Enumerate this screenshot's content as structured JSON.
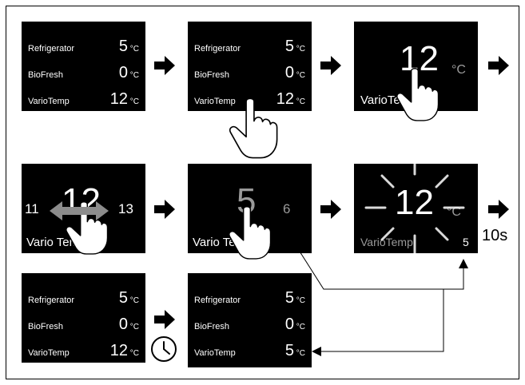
{
  "zones": {
    "refrigerator": "Refrigerator",
    "biofresh": "BioFresh",
    "variotemp": "VarioTemp",
    "vario_temp_spaced": "Vario Temp",
    "variotemp_partial": "VarioTe",
    "variotemp_mid_partial": "Vario Te",
    "variotemp_last_partial": "VarioTemp"
  },
  "unit": "°C",
  "values": {
    "initial": {
      "refrigerator": "5",
      "biofresh": "0",
      "variotemp": "12"
    },
    "final": {
      "refrigerator": "5",
      "biofresh": "0",
      "variotemp": "5"
    }
  },
  "step3": {
    "value": "12",
    "unit": "°C"
  },
  "step4": {
    "prev": "11",
    "current": "12",
    "next": "13"
  },
  "step5": {
    "current": "5",
    "next": "6"
  },
  "step6": {
    "value": "12",
    "unit": "°C",
    "small_value": "5"
  },
  "timer_label": "10s",
  "colors": {
    "panel": "#000000",
    "arrow": "#000000",
    "highlight_grey": "#9a9a9a"
  },
  "icons": [
    "right-arrow-icon",
    "hand-pointer-icon",
    "swipe-arrows-icon",
    "clock-icon",
    "flash-rays-icon"
  ]
}
